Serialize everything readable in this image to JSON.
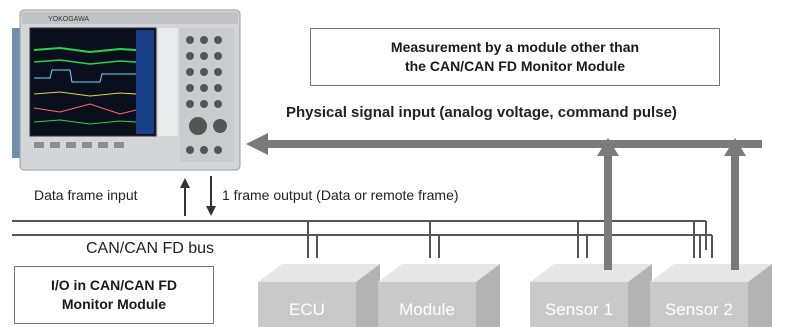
{
  "diagram": {
    "measurement_box": {
      "line1": "Measurement by a module other than",
      "line2": "the CAN/CAN FD Monitor Module"
    },
    "physical_signal_label": "Physical signal input (analog voltage, command pulse)",
    "data_frame_input_label": "Data frame input",
    "frame_output_label": "1 frame output (Data or remote frame)",
    "bus_label": "CAN/CAN FD bus",
    "io_box": {
      "line1": "I/O in CAN/CAN FD",
      "line2": "Monitor Module"
    },
    "modules": [
      "ECU",
      "Module",
      "Sensor 1",
      "Sensor 2"
    ],
    "device_brand": "YOKOGAWA",
    "colors": {
      "bus_line": "#555555",
      "arrow": "#7a7a7a",
      "module_front": "#c9c9c9",
      "module_top": "#e6e6e6",
      "module_side": "#b3b3b3"
    }
  }
}
